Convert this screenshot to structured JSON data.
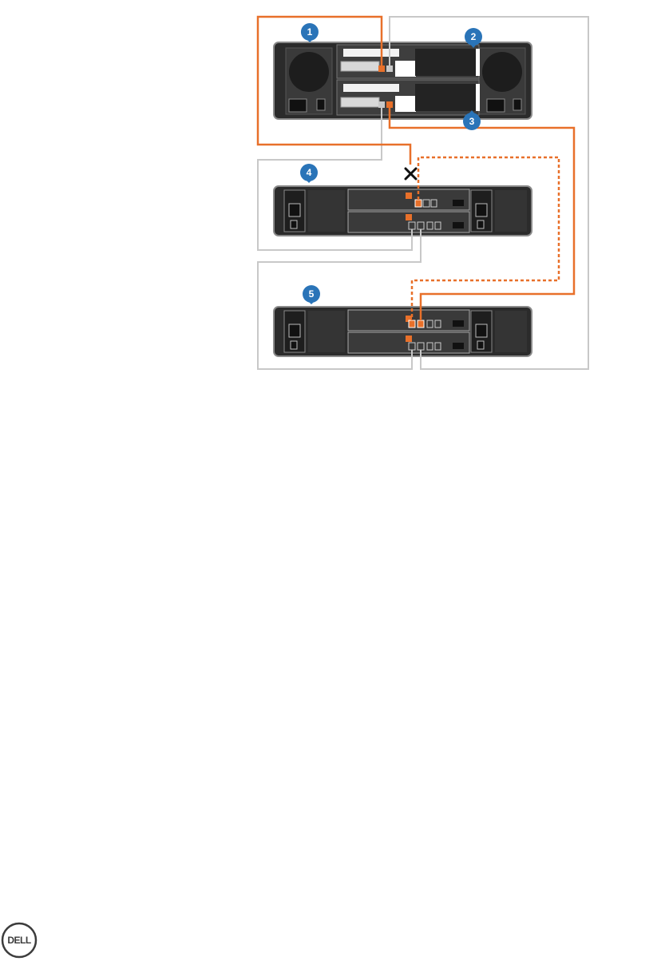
{
  "callouts": [
    {
      "id": "1",
      "label": "1"
    },
    {
      "id": "2",
      "label": "2"
    },
    {
      "id": "3",
      "label": "3"
    },
    {
      "id": "4",
      "label": "4"
    },
    {
      "id": "5",
      "label": "5"
    }
  ],
  "logo": {
    "text": "DELL"
  },
  "colors": {
    "orange": "#e8702a",
    "gray_cable": "#c8c8c8",
    "chassis": "#2b2b2b",
    "chassis_frame": "#8a8a8a",
    "callout": "#2a74b8"
  }
}
